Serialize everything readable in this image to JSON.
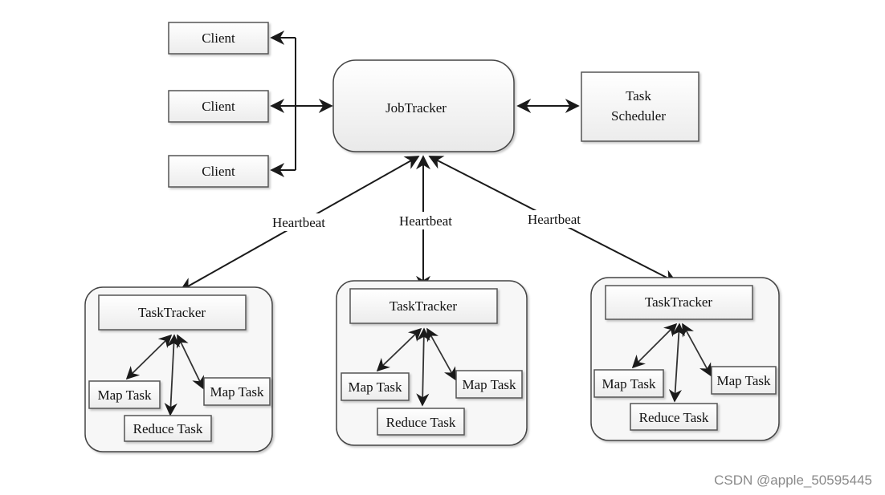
{
  "clients": [
    "Client",
    "Client",
    "Client"
  ],
  "jobtracker": "JobTracker",
  "scheduler": [
    "Task",
    "Scheduler"
  ],
  "heartbeats": [
    "Heartbeat",
    "Heartbeat",
    "Heartbeat"
  ],
  "trackers": [
    {
      "label": "TaskTracker",
      "map1": "Map Task",
      "map2": "Map Task",
      "reduce": "Reduce Task"
    },
    {
      "label": "TaskTracker",
      "map1": "Map Task",
      "map2": "Map Task",
      "reduce": "Reduce Task"
    },
    {
      "label": "TaskTracker",
      "map1": "Map Task",
      "map2": "Map Task",
      "reduce": "Reduce Task"
    }
  ],
  "watermark": "CSDN @apple_50595445",
  "colors": {
    "box_fill": "#f2f2f2",
    "box_stroke": "#555555",
    "container_fill": "#f7f7f7",
    "line": "#1a1a1a"
  }
}
